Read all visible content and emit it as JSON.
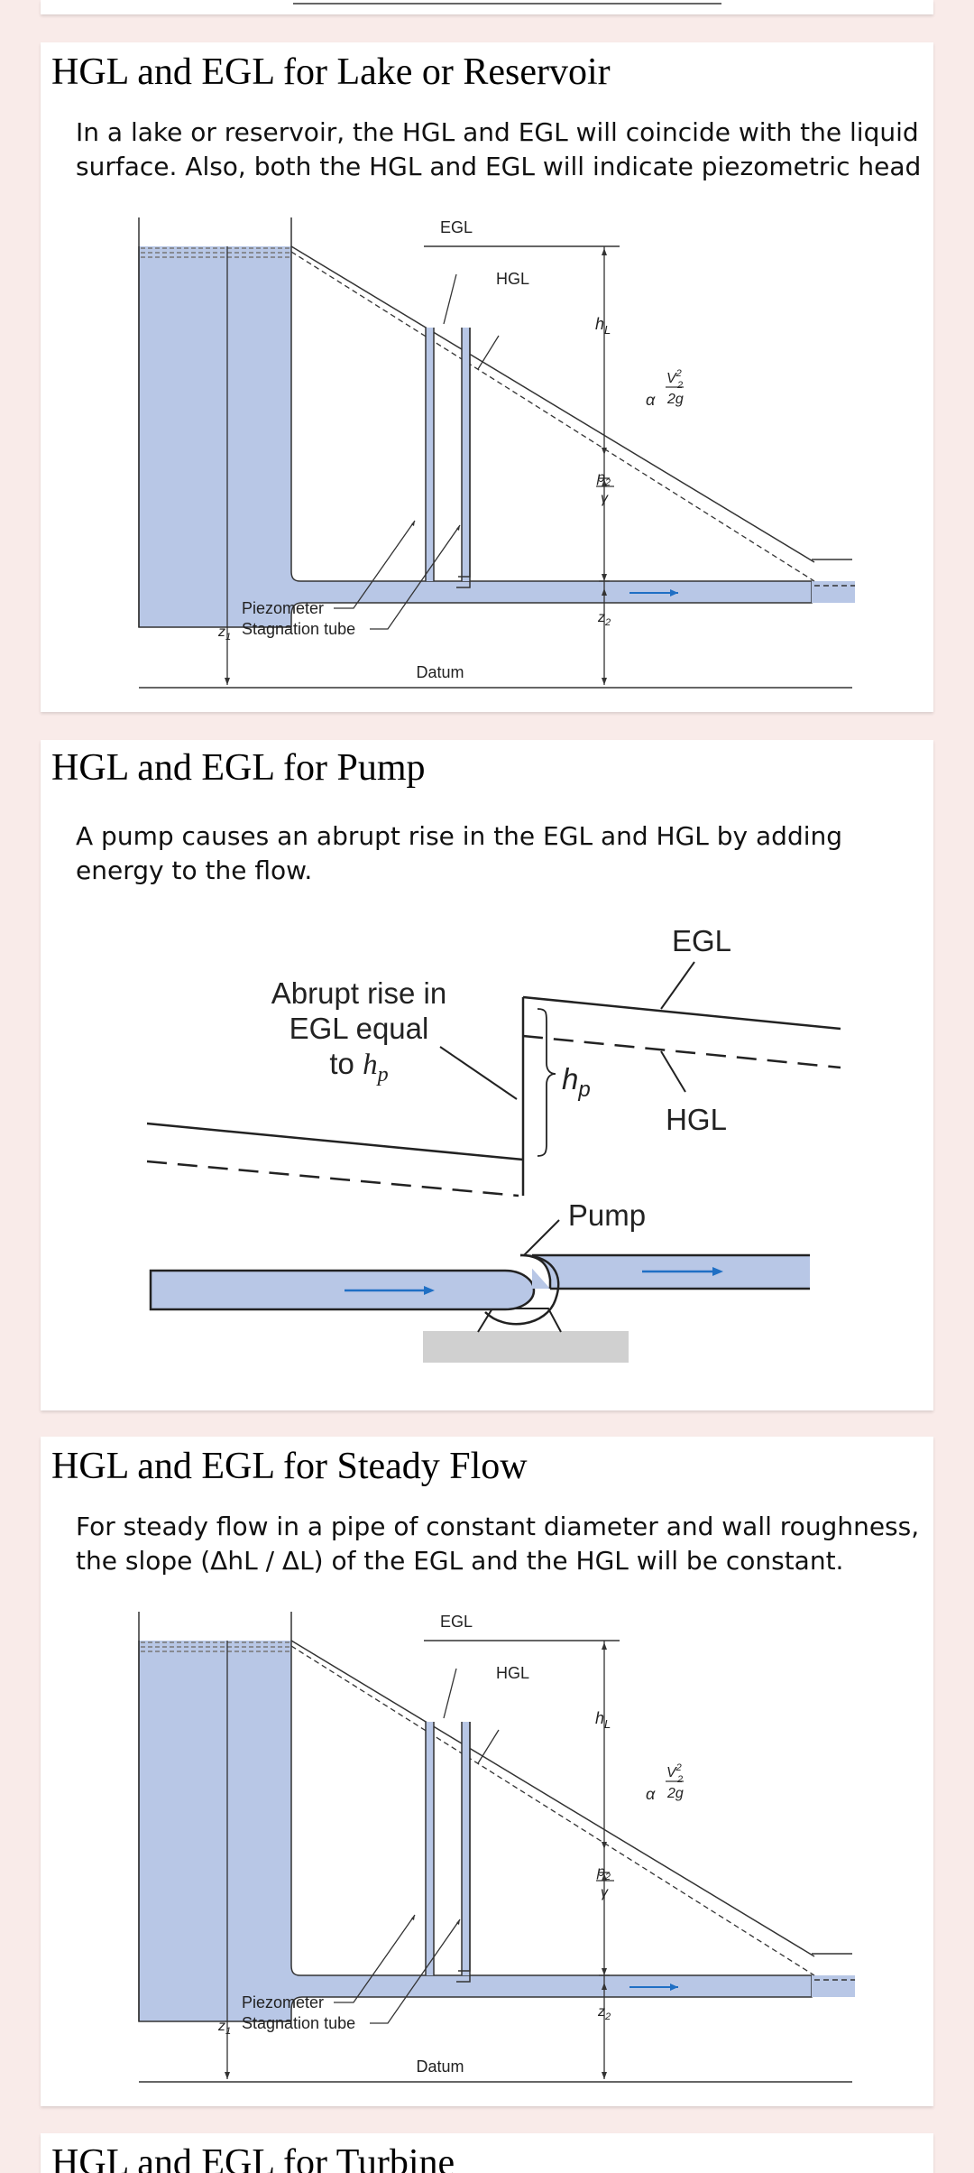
{
  "sections": [
    {
      "title": "HGL and EGL for Lake or Reservoir",
      "body": "In a lake or reservoir, the HGL and EGL will coincide with the liquid surface. Also, both the HGL and EGL will indicate piezometric head"
    },
    {
      "title": "HGL and EGL for Pump",
      "body": "A pump causes an abrupt rise in the EGL and HGL by adding energy to the flow."
    },
    {
      "title": "HGL and EGL for Steady Flow",
      "body": "For steady flow in a pipe of constant diameter and wall roughness, the slope (ΔhL / ΔL) of the EGL and the HGL will be constant."
    },
    {
      "title": "HGL and EGL for Turbine"
    }
  ],
  "reservoir_diagram": {
    "egl": "EGL",
    "hgl": "HGL",
    "hl_sym": "h",
    "hl_sub": "L",
    "alpha": "α",
    "v_sym": "V",
    "v_sup": "2",
    "v_sub": "2",
    "two_g": "2g",
    "p_sym": "p",
    "p_sub": "2",
    "gamma": "γ",
    "z_sym": "z",
    "z2_sub": "2",
    "z1_sub": "1",
    "piezometer": "Piezometer",
    "stagnation": "Stagnation tube",
    "datum": "Datum"
  },
  "pump_diagram": {
    "rise_line1": "Abrupt rise in",
    "rise_line2": "EGL equal",
    "rise_line3": "to ",
    "hp_sym": "h",
    "hp_sub": "p",
    "egl": "EGL",
    "hgl": "HGL",
    "pump": "Pump"
  },
  "colors": {
    "water": "#b8c7e6",
    "flow_arrow": "#1f6fc4",
    "page_bg": "#f9ebe9",
    "base": "#d0d0d0"
  }
}
